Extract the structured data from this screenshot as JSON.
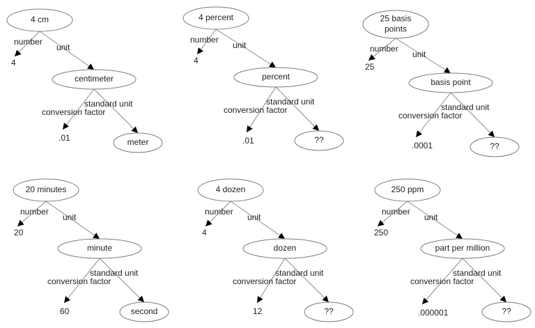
{
  "diagrams": [
    {
      "root_lines": [
        "4 cm"
      ],
      "number_label": "number",
      "number_value": "4",
      "unit_label": "unit",
      "unit_node": "centimeter",
      "standard_unit_label": "standard unit",
      "conversion_factor_label": "conversion factor",
      "conversion_factor_value": ".01",
      "standard_unit_node": "meter"
    },
    {
      "root_lines": [
        "4 percent"
      ],
      "number_label": "number",
      "number_value": "4",
      "unit_label": "unit",
      "unit_node": "percent",
      "standard_unit_label": "standard unit",
      "conversion_factor_label": "conversion factor",
      "conversion_factor_value": ".01",
      "standard_unit_node": "??"
    },
    {
      "root_lines": [
        "25 basis",
        "points"
      ],
      "number_label": "number",
      "number_value": "25",
      "unit_label": "unit",
      "unit_node": "basis point",
      "standard_unit_label": "standard unit",
      "conversion_factor_label": "conversion factor",
      "conversion_factor_value": ".0001",
      "standard_unit_node": "??"
    },
    {
      "root_lines": [
        "20 minutes"
      ],
      "number_label": "number",
      "number_value": "20",
      "unit_label": "unit",
      "unit_node": "minute",
      "standard_unit_label": "standard unit",
      "conversion_factor_label": "conversion factor",
      "conversion_factor_value": "60",
      "standard_unit_node": "second"
    },
    {
      "root_lines": [
        "4 dozen"
      ],
      "number_label": "number",
      "number_value": "4",
      "unit_label": "unit",
      "unit_node": "dozen",
      "standard_unit_label": "standard unit",
      "conversion_factor_label": "conversion factor",
      "conversion_factor_value": "12",
      "standard_unit_node": "??"
    },
    {
      "root_lines": [
        "250 ppm"
      ],
      "number_label": "number",
      "number_value": "250",
      "unit_label": "unit",
      "unit_node": "part per million",
      "standard_unit_label": "standard unit",
      "conversion_factor_label": "conversion factor",
      "conversion_factor_value": ".000001",
      "standard_unit_node": "??"
    }
  ]
}
